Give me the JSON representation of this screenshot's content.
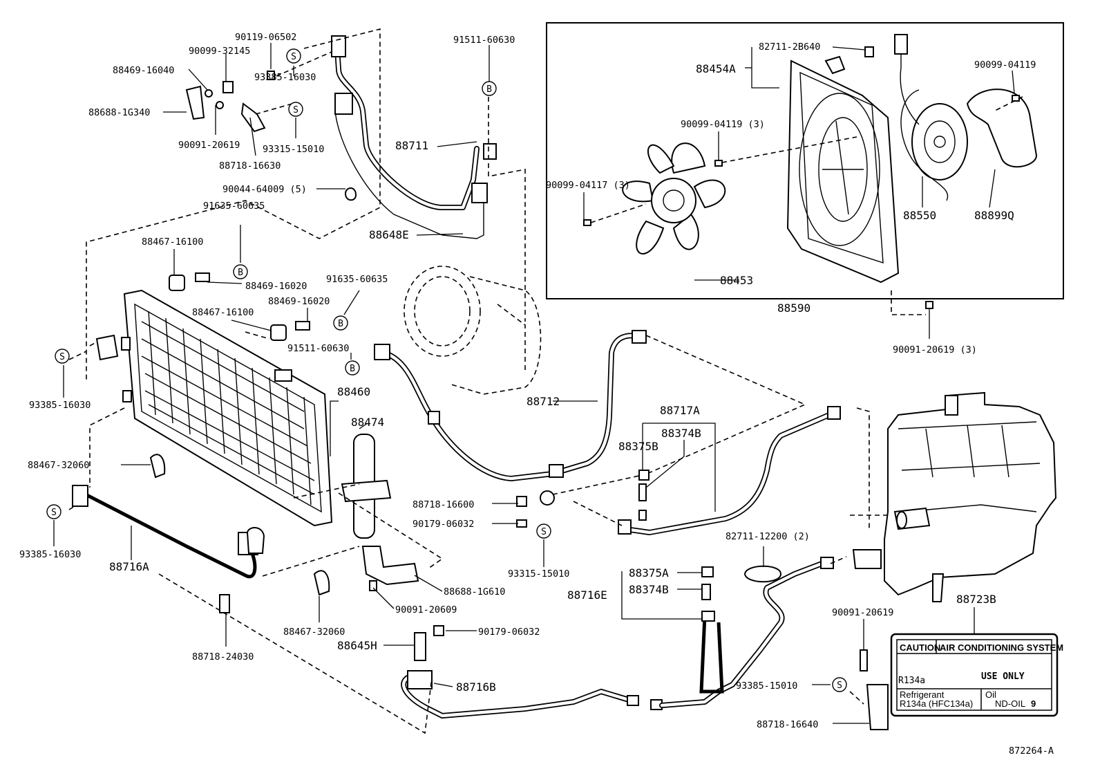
{
  "diagram_id": "872264-A",
  "markers": {
    "s": "S",
    "b": "B"
  },
  "labels": {
    "p90119_06502": "90119-06502",
    "p90099_32145": "90099-32145",
    "p88469_16040": "88469-16040",
    "p88688_1G340": "88688-1G340",
    "p90091_20619_a": "90091-20619",
    "p93385_16030_a": "93385-16030",
    "p93315_15010_a": "93315-15010",
    "p88718_16630": "88718-16630",
    "p91511_60630_a": "91511-60630",
    "p88711": "88711",
    "p90044_64009": "90044-64009 (5)",
    "p88648E": "88648E",
    "p91635_60635_a": "91635-60635",
    "p88467_16100_a": "88467-16100",
    "p88469_16020_a": "88469-16020",
    "p91635_60635_b": "91635-60635",
    "p88467_16100_b": "88467-16100",
    "p88469_16020_b": "88469-16020",
    "p91511_60630_b": "91511-60630",
    "p93385_16030_b": "93385-16030",
    "p88460": "88460",
    "p88474": "88474",
    "p88712": "88712",
    "p88467_32060_a": "88467-32060",
    "p93385_16030_c": "93385-16030",
    "p88716A": "88716A",
    "p88718_24030": "88718-24030",
    "p88467_32060_b": "88467-32060",
    "p88718_16600": "88718-16600",
    "p90179_06032_a": "90179-06032",
    "p93315_15010_b": "93315-15010",
    "p88688_1G610": "88688-1G610",
    "p90091_20609": "90091-20609",
    "p90179_06032_b": "90179-06032",
    "p88645H": "88645H",
    "p88716B": "88716B",
    "p88717A": "88717A",
    "p88374B_a": "88374B",
    "p88375B": "88375B",
    "p82711_12200": "82711-12200 (2)",
    "p88375A": "88375A",
    "p88374B_b": "88374B",
    "p88716E": "88716E",
    "p93385_15010": "93385-15010",
    "p88718_16640": "88718-16640",
    "p90091_20619_b": "90091-20619",
    "p88723B": "88723B",
    "p82711_2B640": "82711-2B640",
    "p88454A": "88454A",
    "p90099_04119_a": "90099-04119",
    "p90099_04119_b": "90099-04119 (3)",
    "p90099_04117": "90099-04117 (3)",
    "p88550": "88550",
    "p88899Q": "88899Q",
    "p88453": "88453",
    "p88590": "88590",
    "p90091_20619_c": "90091-20619 (3)"
  },
  "decal": {
    "caution": "CAUTION",
    "system": "AIR CONDITIONING SYSTEM",
    "refrigerant": "R134a",
    "use_only": "USE ONLY",
    "refrigerant_label": "Refrigerant",
    "refrigerant_code": "R134a (HFC134a)",
    "oil_label": "Oil",
    "oil_code": "ND-OIL",
    "oil_number": "9"
  }
}
